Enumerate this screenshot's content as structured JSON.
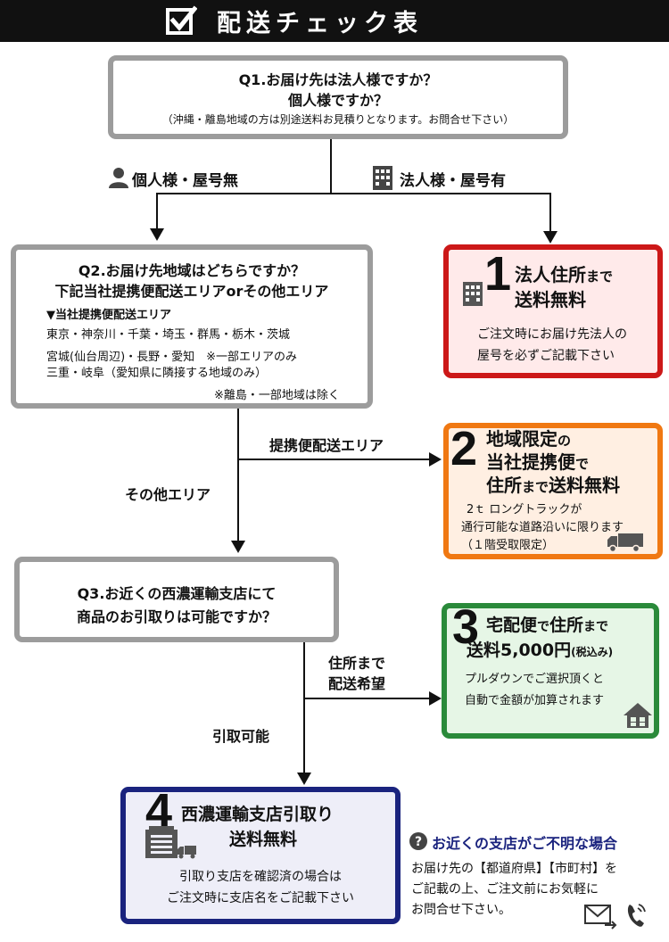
{
  "header": {
    "title": "配送チェック表"
  },
  "q1": {
    "line1": "Q1.お届け先は法人様ですか？",
    "line2": "個人様ですか？",
    "note": "（沖縄・離島地域の方は別途送料お見積りとなります。お問合せ下さい）"
  },
  "branch1": {
    "left_label": "個人様・屋号無",
    "right_label": "法人様・屋号有"
  },
  "q2": {
    "line1": "Q2.お届け先地域はどちらですか？",
    "line2": "下記当社提携便配送エリアorその他エリア",
    "area_title": "▼当社提携便配送エリア",
    "area_line1": "東京・神奈川・千葉・埼玉・群馬・栃木・茨城",
    "area_line2": "宮城(仙台周辺)・長野・愛知　※一部エリアのみ",
    "area_line3": "三重・岐阜（愛知県に隣接する地域のみ）",
    "area_note": "※離島・一部地域は除く"
  },
  "opt1": {
    "num": "1",
    "title_a": "法人住所",
    "title_b": "まで",
    "title_c": "送料無料",
    "desc1": "ご注文時にお届け先法人の",
    "desc2": "屋号を必ずご記載下さい"
  },
  "branch2": {
    "right_label": "提携便配送エリア",
    "down_label": "その他エリア"
  },
  "opt2": {
    "num": "2",
    "l1a": "地域限定",
    "l1b": "の",
    "l2a": "当社提携便",
    "l2b": "で",
    "l3a": "住所",
    "l3b": "まで",
    "l3c": "送料無料",
    "desc1": "2ｔ ロングトラックが",
    "desc2": "通行可能な道路沿いに限ります",
    "desc3": "（１階受取限定）"
  },
  "q3": {
    "line1": "Q3.お近くの西濃運輸支店にて",
    "line2": "商品のお引取りは可能ですか？"
  },
  "branch3": {
    "right_label1": "住所まで",
    "right_label2": "配送希望",
    "down_label": "引取可能"
  },
  "opt3": {
    "num": "3",
    "l1a": "宅配便",
    "l1b": "で",
    "l1c": "住所",
    "l1d": "まで",
    "l2a": "送料5,000円",
    "l2b": "(税込み)",
    "desc1": "プルダウンでご選択頂くと",
    "desc2": "自動で金額が加算されます"
  },
  "opt4": {
    "num": "4",
    "title1": "西濃運輸支店引取り",
    "title2": "送料無料",
    "desc1": "引取り支店を確認済の場合は",
    "desc2": "ご注文時に支店名をご記載下さい"
  },
  "help": {
    "title": "お近くの支店がご不明な場合",
    "line1": "お届け先の【都道府県】【市町村】を",
    "line2": "ご記載の上、ご注文前にお気軽に",
    "line3": "お問合せ下さい。"
  },
  "colors": {
    "red": "#cc1818",
    "orange": "#f07812",
    "green": "#2a8a3a",
    "navy": "#1a237e",
    "gray": "#9c9c9c"
  }
}
